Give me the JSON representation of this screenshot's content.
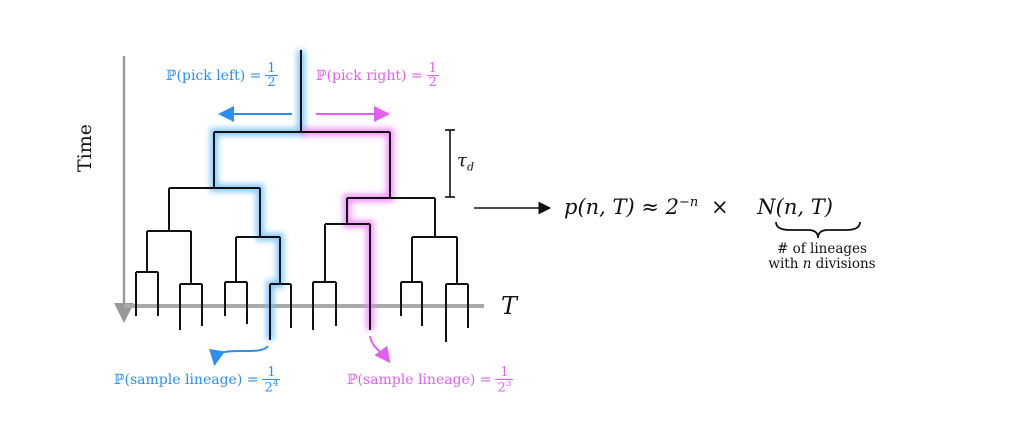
{
  "labels": {
    "time_axis": "Time",
    "t_axis": "T",
    "tau": "τ",
    "tau_sub": "d",
    "pick_left_prefix": "ℙ(pick left) =",
    "pick_left_num": "1",
    "pick_left_den": "2",
    "pick_right_prefix": "ℙ(pick right) =",
    "pick_right_num": "1",
    "pick_right_den": "2",
    "sample_blue_prefix": "ℙ(sample lineage) =",
    "sample_blue_num": "1",
    "sample_blue_den_base": "2",
    "sample_blue_den_exp": "4",
    "sample_mag_prefix": "ℙ(sample lineage) =",
    "sample_mag_num": "1",
    "sample_mag_den_base": "2",
    "sample_mag_den_exp": "3",
    "formula_left": "p(n, T) ≈ 2",
    "formula_exp": "−n",
    "formula_times": "×",
    "formula_right": "N(n, T)",
    "brace_line1": "# of lineages",
    "brace_line2_pre": "with ",
    "brace_line2_var": "n",
    "brace_line2_post": " divisions"
  },
  "colors": {
    "blue": "#2b8ff0",
    "magenta": "#e060f0",
    "axis_gray": "#999999",
    "tree": "#111111"
  }
}
